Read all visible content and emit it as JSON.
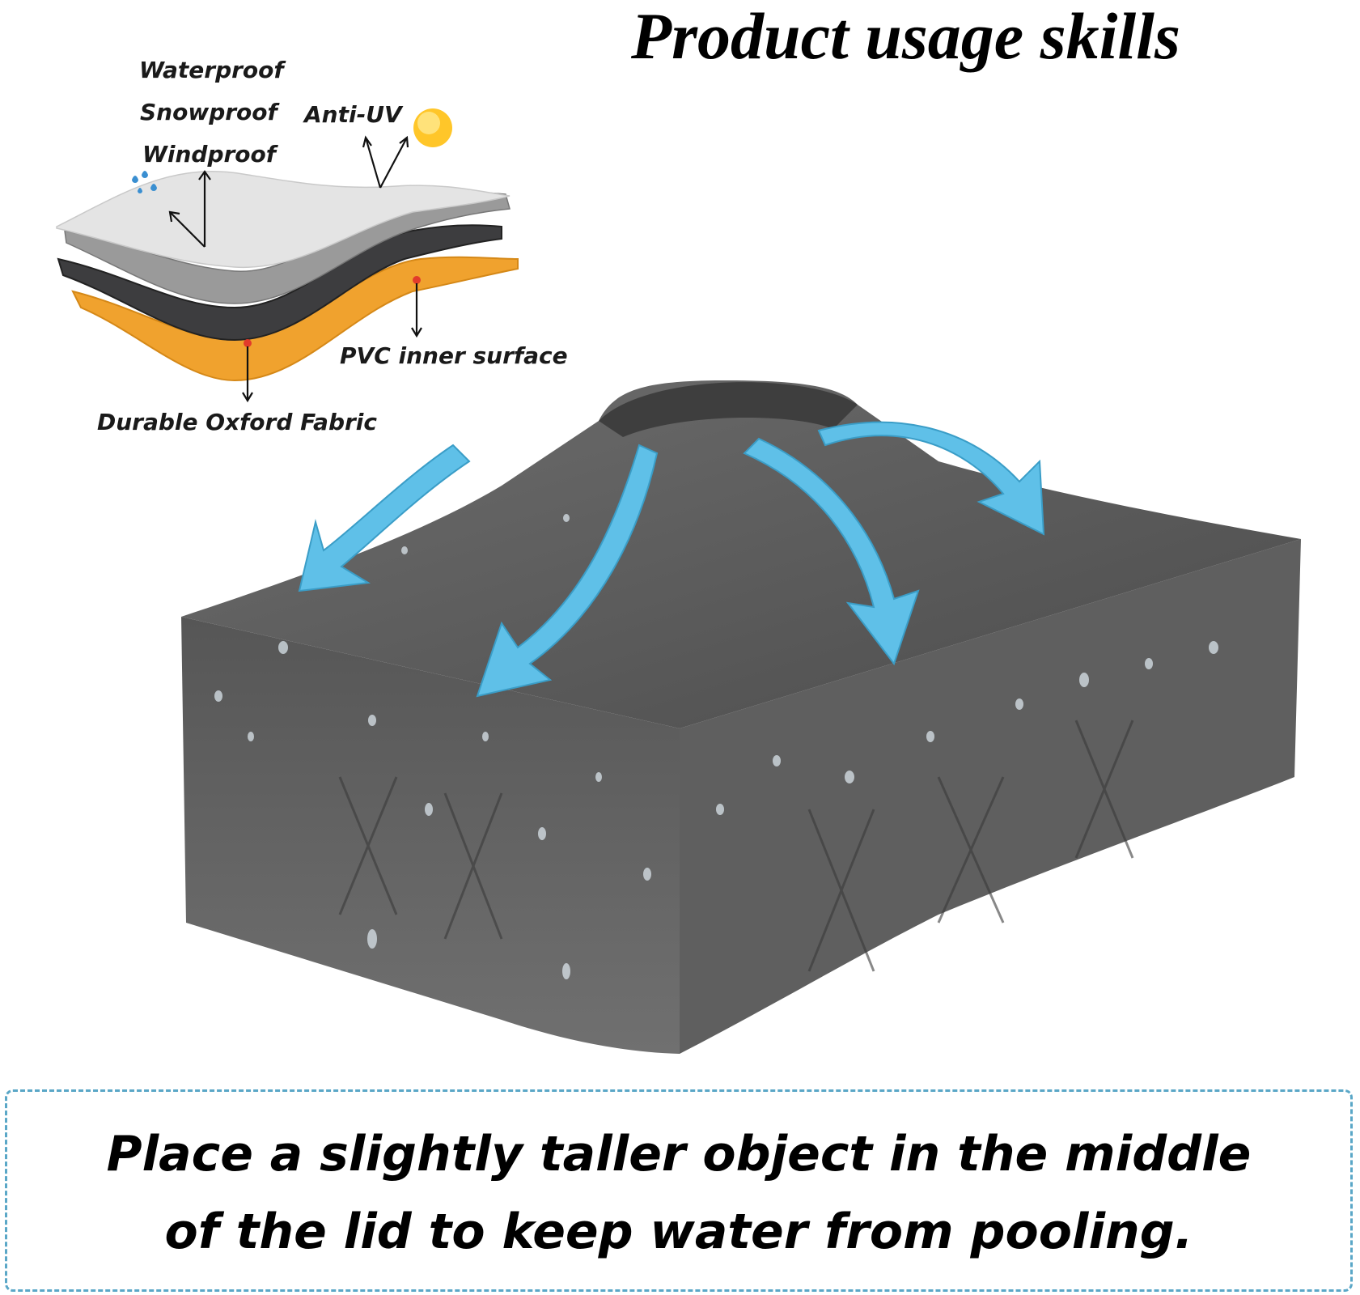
{
  "title": "Product usage skills",
  "layer_labels": {
    "waterproof": "Waterproof",
    "snowproof": "Snowproof",
    "windproof": "Windproof",
    "anti_uv": "Anti-UV",
    "pvc_inner": "PVC inner surface",
    "oxford": "Durable Oxford Fabric"
  },
  "tip": {
    "line1": "Place a slightly taller object in the middle",
    "line2": "of the lid to keep water from pooling."
  },
  "colors": {
    "arrow": "#5fc0e8",
    "cover": "#555555",
    "orange_layer": "#f0a22e",
    "dashed_border": "#5aa7c7"
  },
  "icons": {
    "sun": "sun-icon",
    "drops": "water-drops-icon",
    "arrows": "water-flow-arrow-icon"
  }
}
